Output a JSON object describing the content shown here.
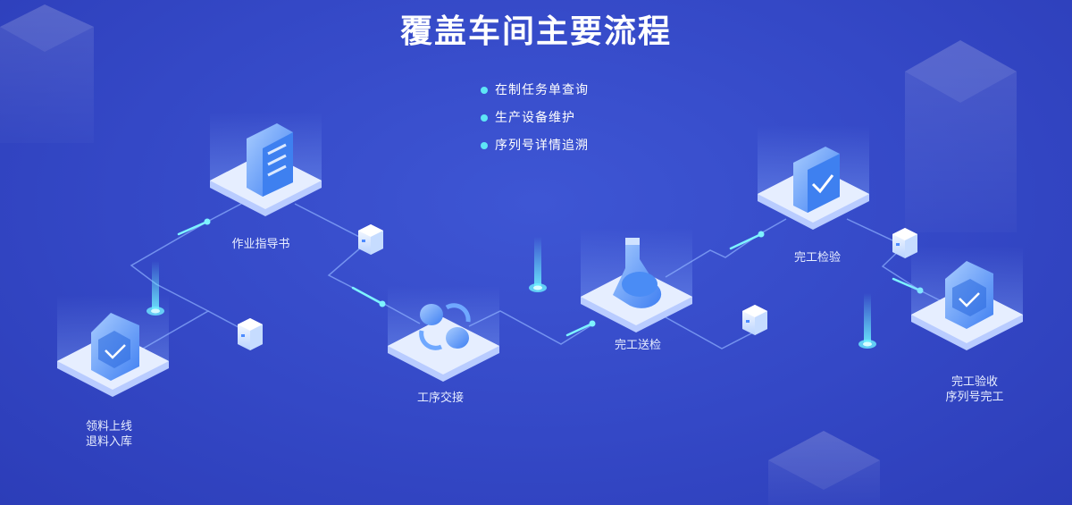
{
  "title": "覆盖车间主要流程",
  "features": [
    "在制任务单查询",
    "生产设备维护",
    "序列号详情追溯"
  ],
  "nodes": {
    "material": {
      "line1": "领料上线",
      "line2": "退料入库"
    },
    "instruction": {
      "line1": "作业指导书"
    },
    "handover": {
      "line1": "工序交接"
    },
    "submit_inspection": {
      "line1": "完工送检"
    },
    "inspection": {
      "line1": "完工检验"
    },
    "acceptance": {
      "line1": "完工验收",
      "line2": "序列号完工"
    }
  },
  "colors": {
    "background": "#3448c6",
    "accent": "#5ee6f6",
    "platform": "#e6eeff",
    "icon": "#5a9dff"
  }
}
